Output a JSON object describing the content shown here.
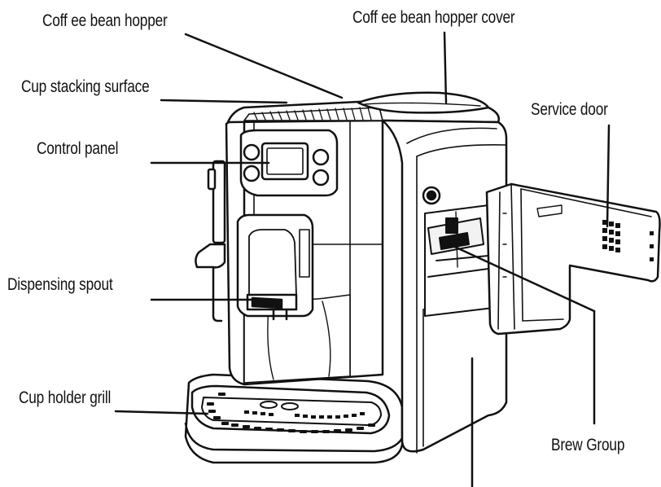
{
  "labels": {
    "hopper": "Coff ee bean hopper",
    "hopper_cover": "Coff ee bean hopper cover",
    "cup_stacking": "Cup stacking surface",
    "control_panel": "Control panel",
    "service_door": "Service door",
    "dispensing_spout": "Dispensing spout",
    "cup_holder_grill": "Cup holder grill",
    "brew_group": "Brew Group"
  },
  "colors": {
    "line": "#111111",
    "panel_fill": "#ffffff",
    "dark_fill": "#1a1a1a",
    "shade": "#e9e9e9"
  }
}
